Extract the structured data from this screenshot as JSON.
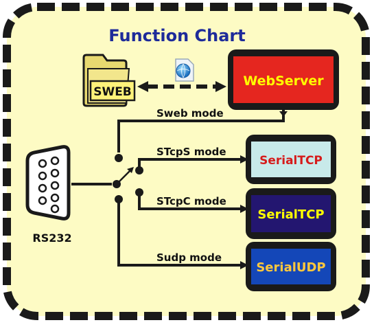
{
  "title": "Function Chart",
  "folder_label": "SWEB",
  "connector_label": "RS232",
  "boxes": {
    "webserver": "WebServer",
    "serialtcp_server": "SerialTCP",
    "serialtcp_client": "SerialTCP",
    "serialudp": "SerialUDP"
  },
  "modes": {
    "sweb": "Sweb mode",
    "stcps": "STcpS mode",
    "stcpc": "STcpC mode",
    "sudp": "Sudp mode"
  },
  "colors": {
    "background": "#fdfbc4",
    "frame": "#1a1a1a",
    "title": "#1e2b9a",
    "webserver_fill": "#e5261f",
    "webserver_text": "#ffff00",
    "serialtcp_server_fill": "#c8eaea",
    "serialtcp_server_text": "#d61b1b",
    "serialtcp_client_fill": "#231670",
    "serialtcp_client_text": "#ffff00",
    "serialudp_fill": "#1447b8",
    "serialudp_text": "#ffc83c",
    "folder_fill": "#e8d970"
  },
  "icons": {
    "folder": "folder-icon",
    "globe": "globe-file-icon",
    "connector": "db9-connector-icon",
    "switch": "mode-switch-icon"
  }
}
